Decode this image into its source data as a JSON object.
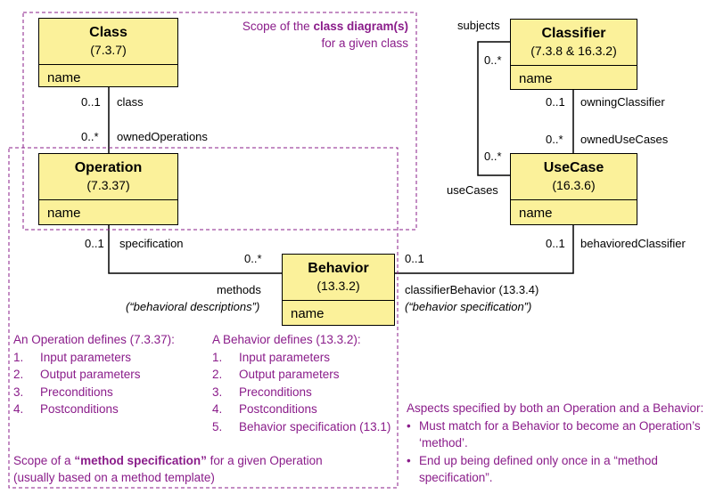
{
  "colors": {
    "box_fill": "#fbf19a",
    "scope_border": "#8a1c8a",
    "scope_text": "#8a1c8a"
  },
  "boxes": {
    "class": {
      "title": "Class",
      "section": "(7.3.7)",
      "attribute": "name"
    },
    "operation": {
      "title": "Operation",
      "section": "(7.3.37)",
      "attribute": "name"
    },
    "classifier": {
      "title": "Classifier",
      "section": "(7.3.8 & 16.3.2)",
      "attribute": "name"
    },
    "usecase": {
      "title": "UseCase",
      "section": "(16.3.6)",
      "attribute": "name"
    },
    "behavior": {
      "title": "Behavior",
      "section": "(13.3.2)",
      "attribute": "name"
    }
  },
  "associations": {
    "class_mult": "0..1",
    "class_role": "class",
    "owned_ops_mult": "0..*",
    "owned_ops_role": "ownedOperations",
    "spec_mult": "0..1",
    "spec_role": "specification",
    "methods_mult": "0..*",
    "methods_role": "methods",
    "methods_note": "(“behavioral descriptions”)",
    "subjects_role": "subjects",
    "subjects_mult": "0..*",
    "usecases_role": "useCases",
    "usecases_mult": "0..*",
    "owning_mult": "0..1",
    "owning_role": "owningClassifier",
    "owned_uc_mult": "0..*",
    "owned_uc_role": "ownedUseCases",
    "cb_mult": "0..1",
    "cb_role": "classifierBehavior (13.3.4)",
    "cb_note": "(“behavior specification”)",
    "bc_mult": "0..1",
    "bc_role": "behavioredClassifier"
  },
  "scope_class": {
    "prefix": "Scope of the ",
    "bold": "class diagram(s)",
    "line2": "for a given class"
  },
  "operation_defines": {
    "title": "An Operation defines (7.3.37):",
    "items": [
      {
        "n": "1.",
        "t": "Input parameters"
      },
      {
        "n": "2.",
        "t": "Output parameters"
      },
      {
        "n": "3.",
        "t": "Preconditions"
      },
      {
        "n": "4.",
        "t": "Postconditions"
      }
    ]
  },
  "behavior_defines": {
    "title": "A Behavior defines (13.3.2):",
    "items": [
      {
        "n": "1.",
        "t": "Input parameters"
      },
      {
        "n": "2.",
        "t": "Output parameters"
      },
      {
        "n": "3.",
        "t": "Preconditions"
      },
      {
        "n": "4.",
        "t": "Postconditions"
      },
      {
        "n": "5.",
        "t": "Behavior specification (13.1)"
      }
    ]
  },
  "scope_method": {
    "prefix": "Scope of a ",
    "bold": "“method specification”",
    "suffix": " for a given Operation",
    "line2": "(usually based on a method template)"
  },
  "aspects": {
    "title": "Aspects specified by both an Operation and a Behavior:",
    "items": [
      {
        "n": "•",
        "t": "Must match for a Behavior to become an Operation’s"
      },
      {
        "n": "",
        "t": "‘method’."
      },
      {
        "n": "•",
        "t": "End up being defined only once in a “method"
      },
      {
        "n": "",
        "t": "specification”."
      }
    ]
  }
}
